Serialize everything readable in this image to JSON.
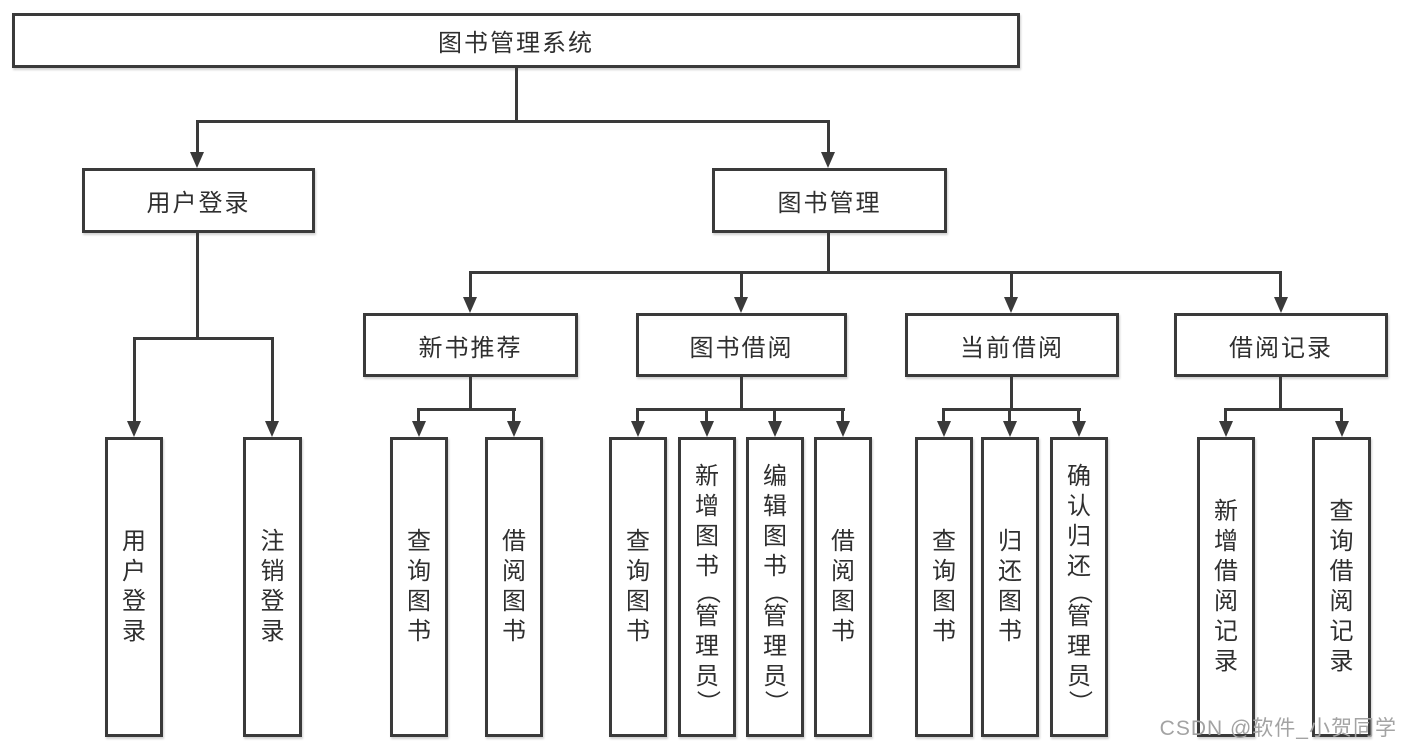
{
  "diagram": {
    "root": {
      "label": "图书管理系统"
    },
    "level2": [
      {
        "label": "用户登录"
      },
      {
        "label": "图书管理"
      }
    ],
    "level3": [
      {
        "label": "新书推荐"
      },
      {
        "label": "图书借阅"
      },
      {
        "label": "当前借阅"
      },
      {
        "label": "借阅记录"
      }
    ],
    "leaves": {
      "user_login": [
        "用户登录",
        "注销登录"
      ],
      "new_book": [
        "查询图书",
        "借阅图书"
      ],
      "book_borrow": [
        "查询图书",
        "新增图书（管理员）",
        "编辑图书（管理员）",
        "借阅图书"
      ],
      "current_borrow": [
        "查询图书",
        "归还图书",
        "确认归还（管理员）"
      ],
      "borrow_record": [
        "新增借阅记录",
        "查询借阅记录"
      ]
    }
  },
  "watermark": {
    "text": "CSDN @软件_小贺同学"
  },
  "colors": {
    "line": "#3a3a3a",
    "text": "#2f2f2f",
    "watermark": "#a3a3a3",
    "background": "#ffffff"
  }
}
